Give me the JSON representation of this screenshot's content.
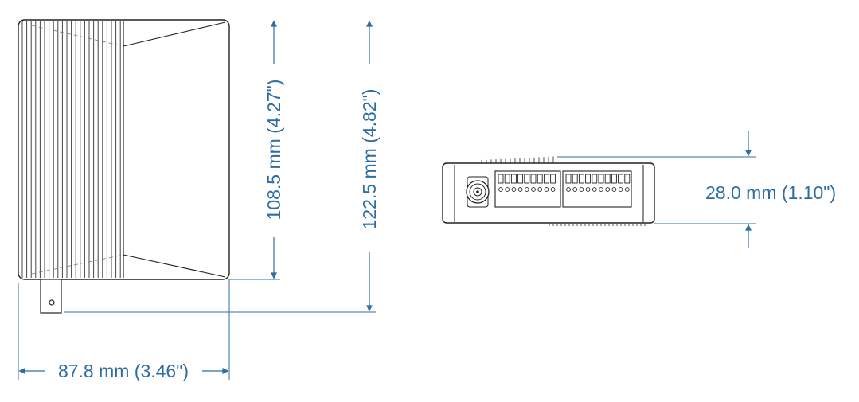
{
  "dimensions": {
    "width_label": "87.8 mm (3.46\")",
    "body_height_label": "108.5 mm (4.27\")",
    "overall_height_label": "122.5 mm (4.82\")",
    "depth_label": "28.0 mm (1.10\")"
  },
  "colors": {
    "dimension": "#2e6da4",
    "outline": "#222222",
    "fins": "#444444"
  }
}
